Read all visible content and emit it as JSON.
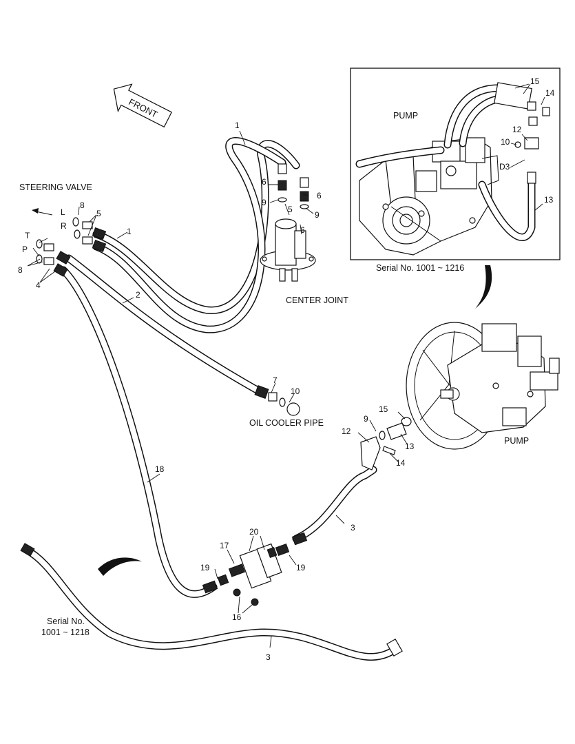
{
  "labels": {
    "steering_valve": "STEERING VALVE",
    "center_joint": "CENTER JOINT",
    "oil_cooler_pipe": "OIL COOLER PIPE",
    "pump_inset": "PUMP",
    "pump_main": "PUMP",
    "front": "FRONT",
    "inset_serial": "Serial No. 1001 ~ 1216",
    "serial_line1": "Serial No.",
    "serial_line2": "1001 ~ 1218",
    "port_L": "L",
    "port_R": "R",
    "port_T": "T",
    "port_P": "P",
    "port_D3": "D3"
  },
  "callouts": {
    "n1_top": "1",
    "n1_valve": "1",
    "n2": "2",
    "n3_mid": "3",
    "n3_bottom": "3",
    "n4": "4",
    "n5_valve": "5",
    "n5_joint": "5",
    "n6_a": "6",
    "n6_b": "6",
    "n6_c": "6",
    "n7": "7",
    "n8_top": "8",
    "n8_left": "8",
    "n9_a": "9",
    "n9_b": "9",
    "n9_pump": "9",
    "n10": "10",
    "n12": "12",
    "n13": "13",
    "n14": "14",
    "n15": "15",
    "n16": "16",
    "n17": "17",
    "n18": "18",
    "n19_a": "19",
    "n19_b": "19",
    "n20": "20",
    "inset_15": "15",
    "inset_14": "14",
    "inset_12": "12",
    "inset_10": "10",
    "inset_13": "13"
  }
}
